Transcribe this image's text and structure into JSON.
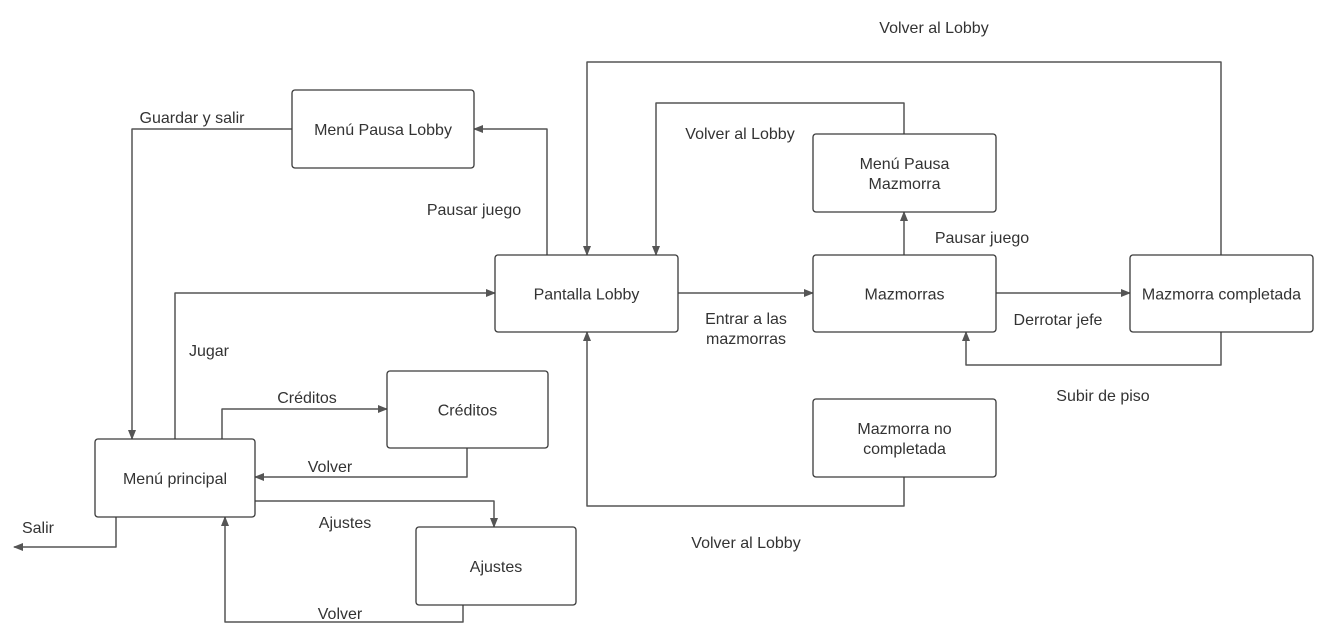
{
  "colors": {
    "box_stroke": "#3a3a3a",
    "edge": "#555555",
    "text": "#333333",
    "background": "#ffffff"
  },
  "nodes": {
    "menu_principal": {
      "lines": [
        "Menú principal"
      ]
    },
    "menu_pausa_lobby": {
      "lines": [
        "Menú Pausa Lobby"
      ]
    },
    "pantalla_lobby": {
      "lines": [
        "Pantalla Lobby"
      ]
    },
    "creditos": {
      "lines": [
        "Créditos"
      ]
    },
    "ajustes": {
      "lines": [
        "Ajustes"
      ]
    },
    "menu_pausa_mazmorra": {
      "lines": [
        "Menú Pausa",
        "Mazmorra"
      ]
    },
    "mazmorras": {
      "lines": [
        "Mazmorras"
      ]
    },
    "mazmorra_completada": {
      "lines": [
        "Mazmorra completada"
      ]
    },
    "mazmorra_no_completada": {
      "lines": [
        "Mazmorra no",
        "completada"
      ]
    }
  },
  "edges": {
    "guardar_y_salir": {
      "lines": [
        "Guardar y salir"
      ]
    },
    "pausar_juego_lobby": {
      "lines": [
        "Pausar juego"
      ]
    },
    "jugar": {
      "lines": [
        "Jugar"
      ]
    },
    "creditos": {
      "lines": [
        "Créditos"
      ]
    },
    "volver_creditos": {
      "lines": [
        "Volver"
      ]
    },
    "ajustes": {
      "lines": [
        "Ajustes"
      ]
    },
    "volver_ajustes": {
      "lines": [
        "Volver"
      ]
    },
    "salir": {
      "lines": [
        "Salir"
      ]
    },
    "entrar_mazmorras": {
      "lines": [
        "Entrar a las",
        "mazmorras"
      ]
    },
    "pausar_juego_mazmorra": {
      "lines": [
        "Pausar juego"
      ]
    },
    "volver_lobby_pausa": {
      "lines": [
        "Volver al Lobby"
      ]
    },
    "derrotar_jefe": {
      "lines": [
        "Derrotar jefe"
      ]
    },
    "subir_de_piso": {
      "lines": [
        "Subir de piso"
      ]
    },
    "volver_lobby_completada": {
      "lines": [
        "Volver al Lobby"
      ]
    },
    "volver_lobby_no_completada": {
      "lines": [
        "Volver al Lobby"
      ]
    }
  }
}
